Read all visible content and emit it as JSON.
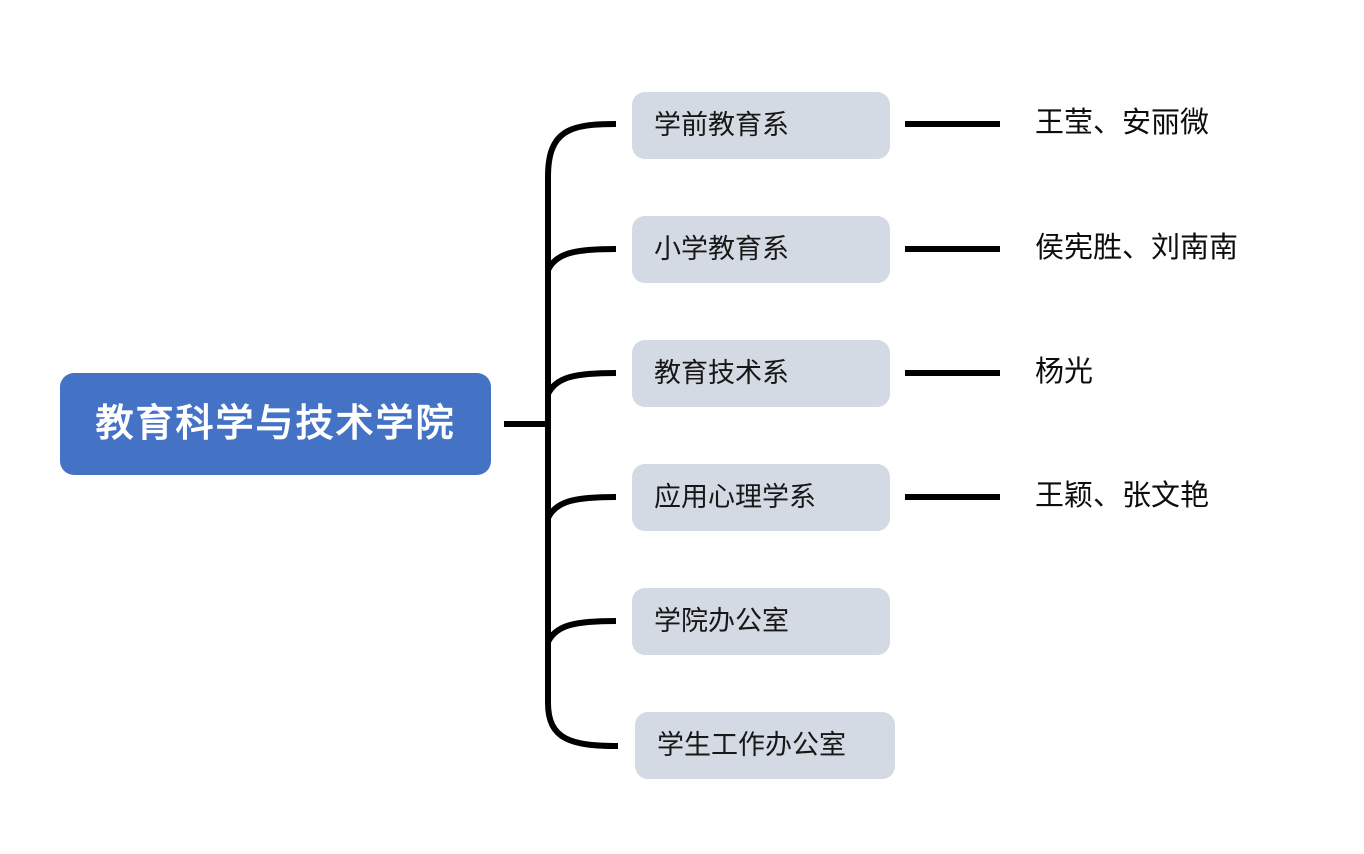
{
  "diagram": {
    "type": "org-chart",
    "orientation": "left-to-right",
    "root": {
      "label": "教育科学与技术学院",
      "fill": "#4472C4",
      "text_color": "#FFFFFF"
    },
    "node_style": {
      "fill": "#D4DAE3",
      "text_color": "#171717",
      "connector_color": "#000000"
    },
    "children": [
      {
        "label": "学前教育系",
        "leaders": "王莹、安丽微",
        "has_leader_connector": true
      },
      {
        "label": "小学教育系",
        "leaders": "侯宪胜、刘南南",
        "has_leader_connector": true
      },
      {
        "label": "教育技术系",
        "leaders": "杨光",
        "has_leader_connector": true
      },
      {
        "label": "应用心理学系",
        "leaders": "王颖、张文艳",
        "has_leader_connector": true
      },
      {
        "label": "学院办公室",
        "leaders": "",
        "has_leader_connector": false
      },
      {
        "label": "学生工作办公室",
        "leaders": "",
        "has_leader_connector": false
      }
    ]
  }
}
